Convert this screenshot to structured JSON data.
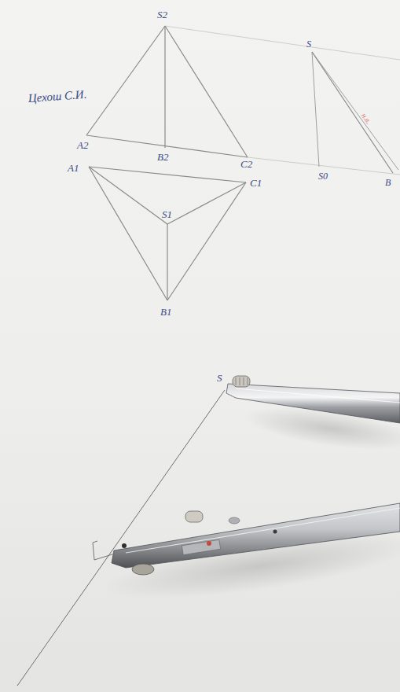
{
  "diagram": {
    "labels": [
      "Цехош С.И.",
      "S2",
      "A2",
      "B2",
      "C2",
      "A1",
      "C1",
      "S1",
      "B1",
      "S",
      "S0",
      "B",
      "н.в.",
      "S"
    ]
  }
}
